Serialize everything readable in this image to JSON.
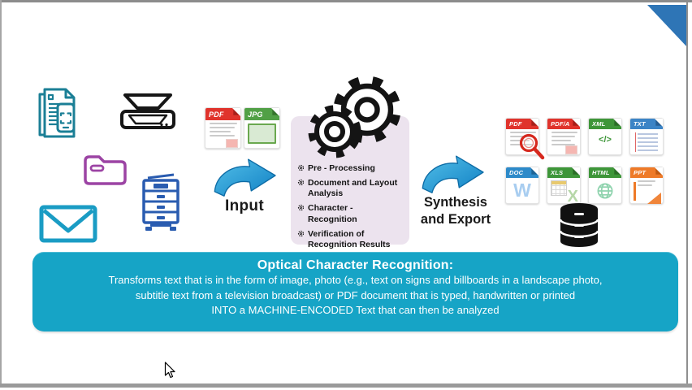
{
  "colors": {
    "banner_bg": "#16a4c6",
    "corner_accent": "#2e75b6",
    "process_panel_bg": "#ece3ee",
    "arrow_fill_light": "#53bfe8",
    "arrow_fill_dark": "#1080c4",
    "docs_icon": "#1b7f96",
    "scanner_icon": "#161616",
    "folder_icon": "#9c44a4",
    "copier_icon": "#2a5cb0",
    "email_icon": "#1a9cc4",
    "database_icon": "#111111",
    "gears_icon": "#141414"
  },
  "icons": {
    "input_sources": [
      "documents-scan-icon",
      "scanner-icon",
      "folder-icon",
      "copier-icon",
      "email-icon"
    ],
    "misc": [
      "gears-icon",
      "magnifier-icon",
      "database-icon",
      "mouse-cursor"
    ]
  },
  "input": {
    "label": "Input",
    "files": [
      {
        "label": "PDF",
        "color": "#e0332c",
        "color_dark": "#a81f1a",
        "glyph": "doc"
      },
      {
        "label": "JPG",
        "color": "#51a046",
        "color_dark": "#35732c",
        "glyph": "image"
      }
    ]
  },
  "process": {
    "items": [
      "Pre - Processing",
      "Document and Layout Analysis",
      "Character - Recognition",
      "Verification of Recognition Results"
    ]
  },
  "synthesis": {
    "label_line1": "Synthesis",
    "label_line2": "and Export"
  },
  "outputs": {
    "formats": [
      {
        "label": "PDF",
        "color": "#e0332c",
        "color_dark": "#a81f1a",
        "glyph": "mag"
      },
      {
        "label": "PDF/A",
        "color": "#e0332c",
        "color_dark": "#a81f1a",
        "glyph": "doc"
      },
      {
        "label": "XML",
        "color": "#3e9639",
        "color_dark": "#2a6d26",
        "glyph": "code"
      },
      {
        "label": "TXT",
        "color": "#3c84c6",
        "color_dark": "#275e93",
        "glyph": "txt"
      },
      {
        "label": "DOC",
        "color": "#2d8ac9",
        "color_dark": "#1d6496",
        "glyph": "w"
      },
      {
        "label": "XLS",
        "color": "#3e9639",
        "color_dark": "#2a6d26",
        "glyph": "sheet"
      },
      {
        "label": "HTML",
        "color": "#3e9639",
        "color_dark": "#2a6d26",
        "glyph": "globe"
      },
      {
        "label": "PPT",
        "color": "#ee7a28",
        "color_dark": "#bf5a12",
        "glyph": "chart"
      }
    ]
  },
  "banner": {
    "title": "Optical Character Recognition:",
    "lines": [
      "Transforms text that is in the form of image, photo (e.g., text on signs and billboards in a landscape photo,",
      "subtitle text from a television broadcast) or PDF document  that is typed, handwritten or printed",
      "INTO a MACHINE-ENCODED Text that can then be analyzed"
    ]
  }
}
